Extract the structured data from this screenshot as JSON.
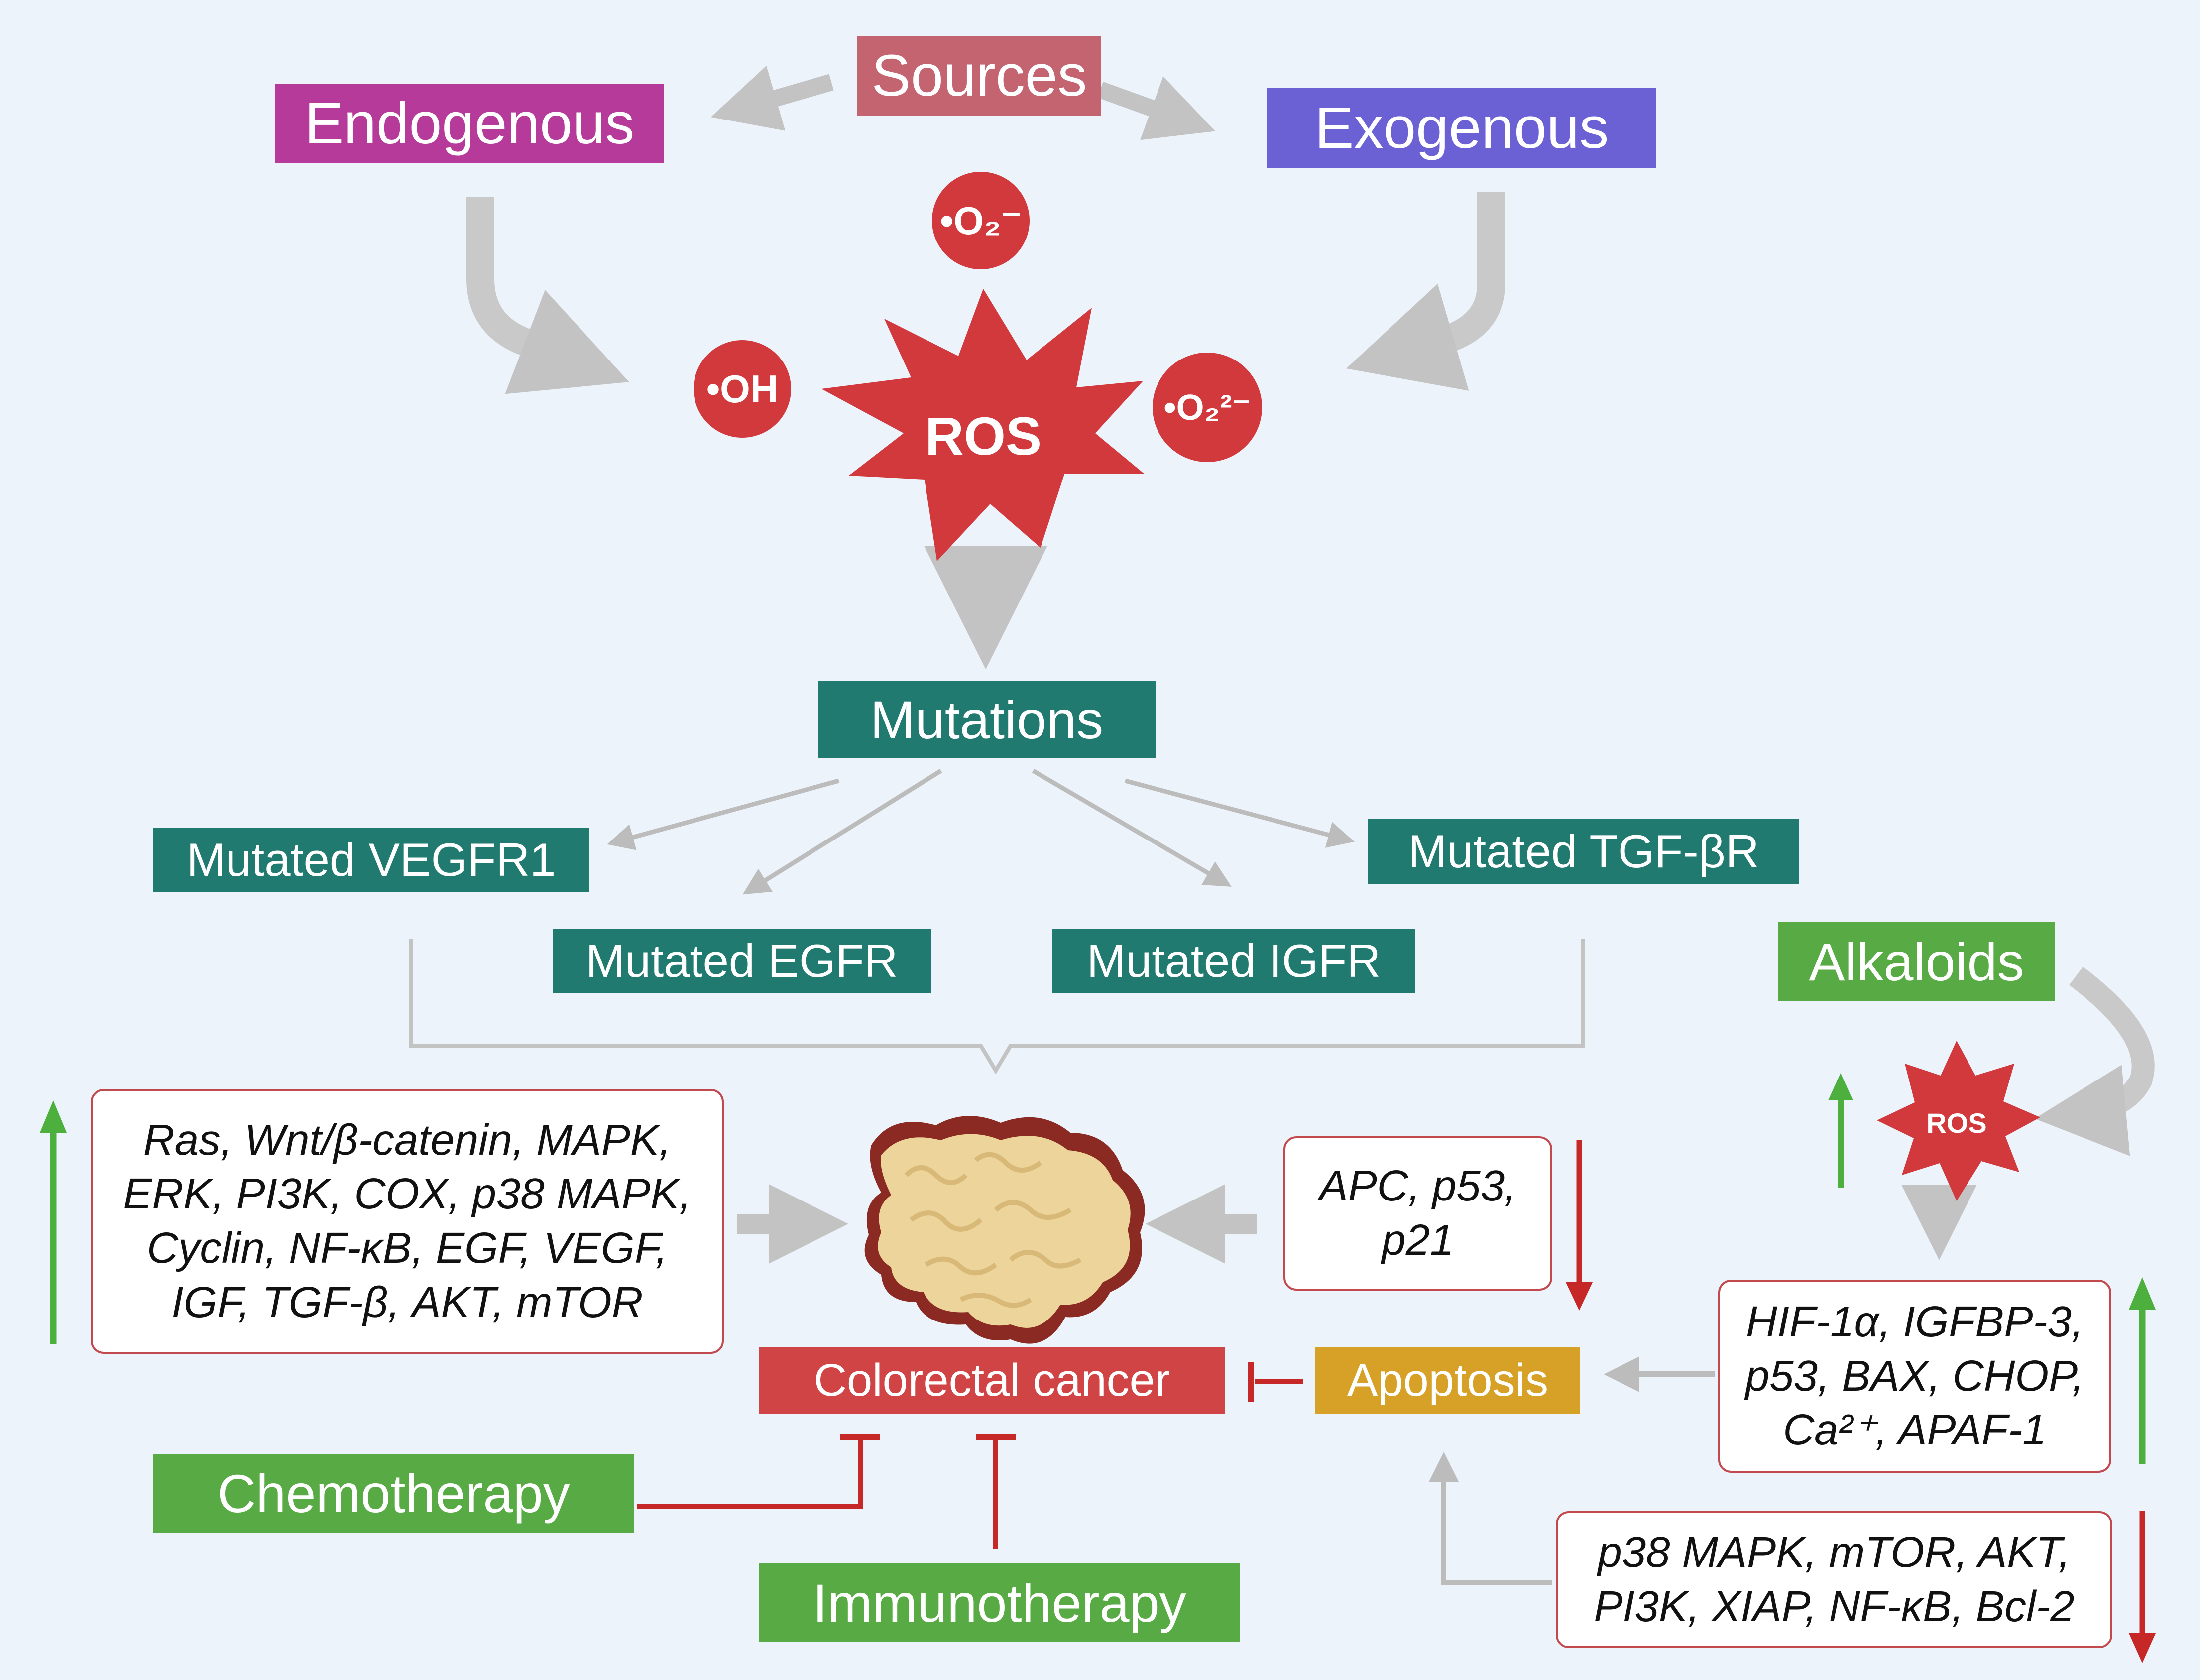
{
  "sources": {
    "title": "Sources",
    "endogenous": "Endogenous",
    "exogenous": "Exogenous"
  },
  "radicals": {
    "superoxide": "•O₂⁻",
    "hydroxyl": "•OH",
    "peroxide": "•O₂²⁻"
  },
  "ros_main": "ROS",
  "mutations": {
    "title": "Mutations",
    "items": [
      "Mutated VEGFR1",
      "Mutated EGFR",
      "Mutated IGFR",
      "Mutated TGF-βR"
    ]
  },
  "upregulated_pathways": "Ras, Wnt/β-catenin, MAPK,\nERK, PI3K, COX, p38 MAPK,\nCyclin, NF-κB, EGF, VEGF,\nIGF, TGF-β, AKT, mTOR",
  "suppressors": "APC, p53,\np21",
  "colorectal_cancer": "Colorectal cancer",
  "apoptosis": "Apoptosis",
  "therapies": {
    "chemotherapy": "Chemotherapy",
    "immunotherapy": "Immunotherapy"
  },
  "alkaloids": {
    "title": "Alkaloids",
    "ros": "ROS",
    "upregulated": "HIF-1α, IGFBP-3,\np53, BAX, CHOP,\nCa²⁺, APAF-1",
    "downregulated": "p38 MAPK, mTOR, AKT,\nPI3K, XIAP, NF-κB, Bcl-2"
  },
  "colors": {
    "background": "#edf3fb",
    "arrow_gray": "#c3c3c3",
    "ros_red": "#d2393d",
    "teal": "#217a70",
    "green": "#58ab44",
    "inhibit_red": "#c62828",
    "up_green": "#4caf3e",
    "down_red": "#c62828",
    "apoptosis_amber": "#d6a126"
  }
}
